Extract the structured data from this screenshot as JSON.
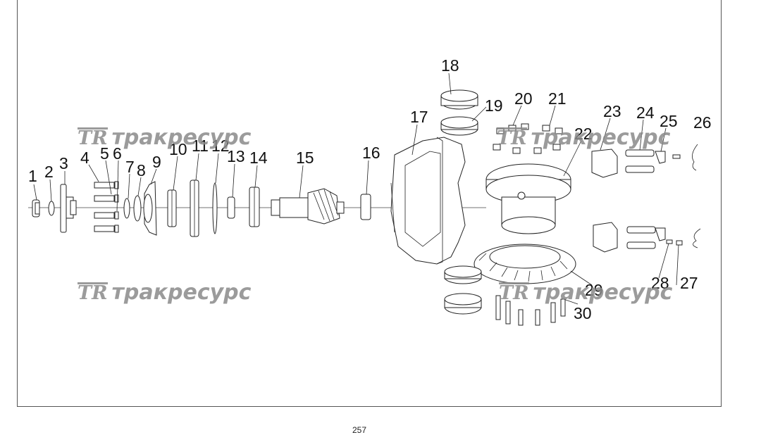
{
  "labels": [
    "1",
    "2",
    "3",
    "4",
    "5",
    "6",
    "7",
    "8",
    "9",
    "10",
    "11",
    "12",
    "13",
    "14",
    "15",
    "16",
    "17",
    "18",
    "19",
    "20",
    "21",
    "22",
    "23",
    "24",
    "25",
    "26",
    "27",
    "28",
    "29",
    "30"
  ],
  "watermark": {
    "logo": "TR",
    "text": "тракресурс"
  },
  "page_number": "257"
}
